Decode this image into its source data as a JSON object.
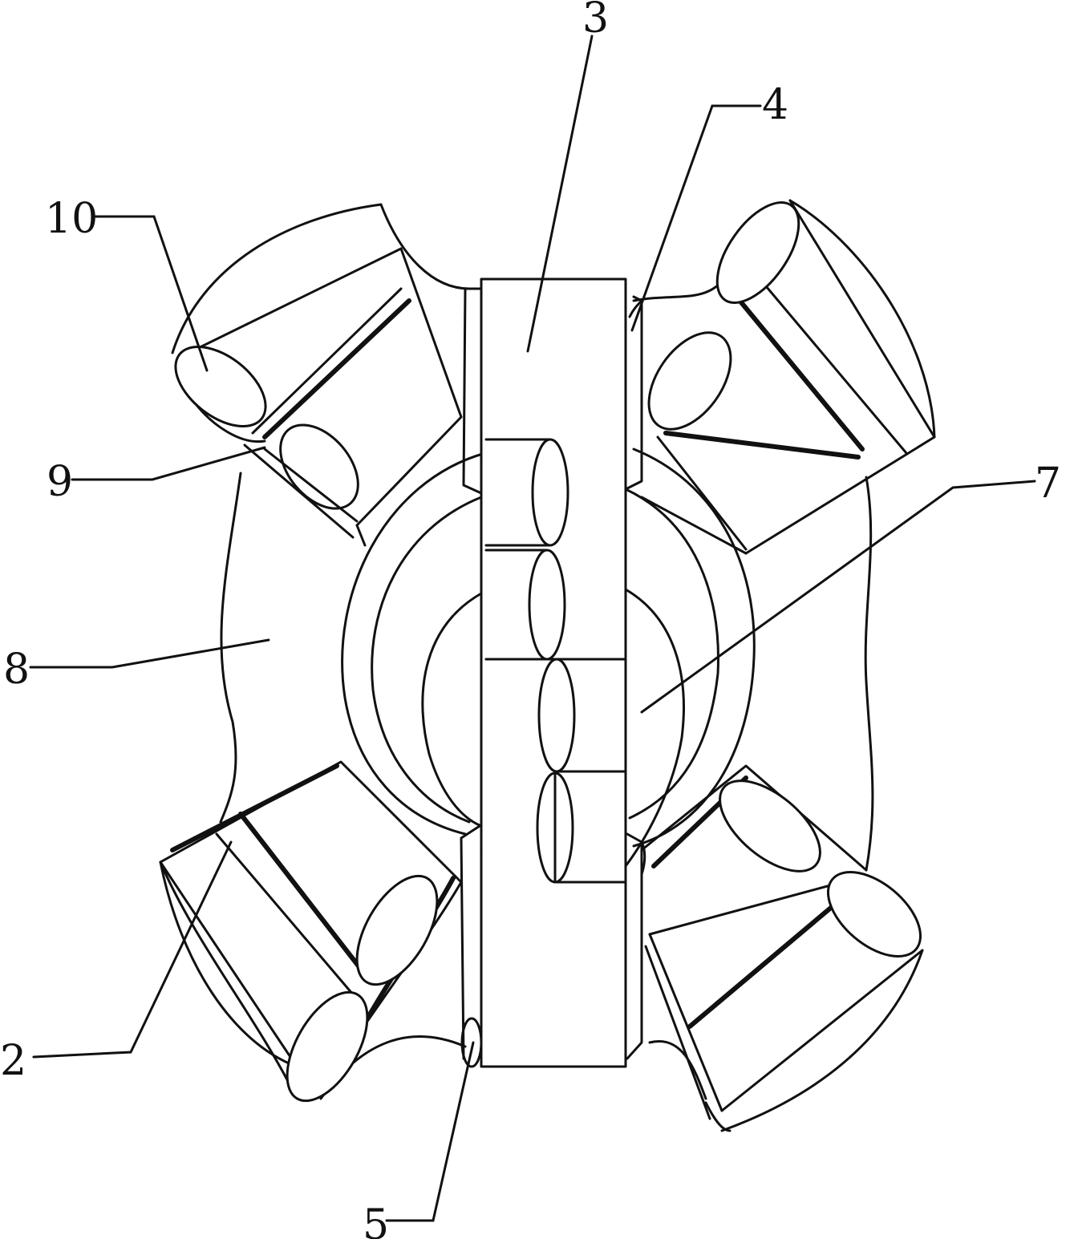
{
  "labels": {
    "l3": "3",
    "l4": "4",
    "l10": "10",
    "l9": "9",
    "l7": "7",
    "l8": "8",
    "l2": "2",
    "l5": "5"
  }
}
